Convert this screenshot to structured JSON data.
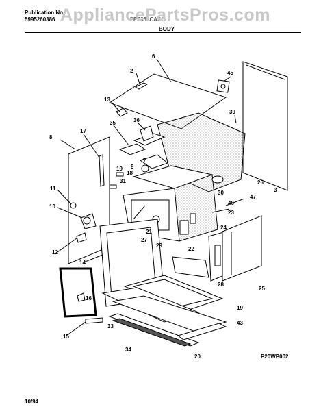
{
  "header": {
    "publication_label": "Publication No.",
    "publication_number": "5995260386",
    "model_obscured": "FEF354CASG",
    "section_title": "BODY",
    "watermark": "AppliancePartsPros.com"
  },
  "callouts": [
    "2",
    "6",
    "45",
    "13",
    "36",
    "35",
    "39",
    "17",
    "8",
    "7",
    "9",
    "19",
    "18",
    "31",
    "26",
    "3",
    "47",
    "11",
    "30",
    "46",
    "10",
    "23",
    "24",
    "21",
    "27",
    "29",
    "22",
    "12",
    "14",
    "28",
    "25",
    "16",
    "19",
    "33",
    "43",
    "15",
    "34",
    "20"
  ],
  "footer": {
    "diagram_code": "P20WP002",
    "date_code": "10/94"
  },
  "colors": {
    "line": "#000000",
    "stipple": "#777777",
    "watermark": "#c8c8c8"
  }
}
